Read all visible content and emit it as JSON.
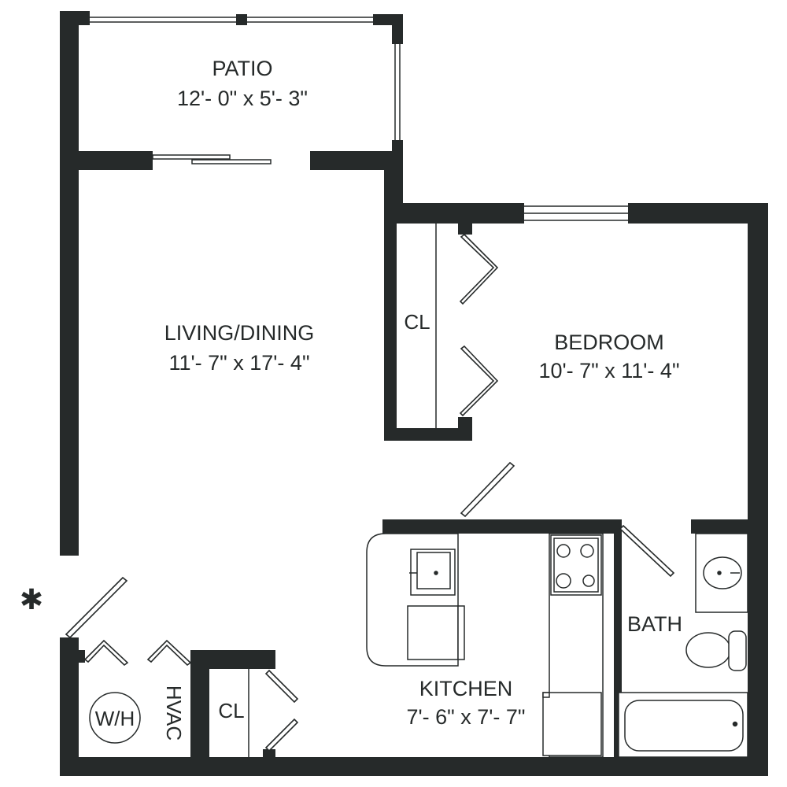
{
  "colors": {
    "wall": "#262a2a",
    "fixture_stroke": "#262a2a",
    "background": "#ffffff"
  },
  "rooms": {
    "patio": {
      "name": "PATIO",
      "dims": "12'- 0\" x 5'- 3\""
    },
    "living": {
      "name": "LIVING/DINING",
      "dims": "11'- 7\" x 17'- 4\""
    },
    "bedroom": {
      "name": "BEDROOM",
      "dims": "10'- 7\" x 11'- 4\""
    },
    "kitchen": {
      "name": "KITCHEN",
      "dims": "7'- 6\" x 7'- 7\""
    },
    "bath": {
      "name": "BATH"
    },
    "bedroom_closet": {
      "name": "CL"
    },
    "hall_closet": {
      "name": "CL"
    },
    "hvac": {
      "name": "HVAC"
    },
    "water_heater": {
      "name": "W/H"
    }
  },
  "markers": {
    "entry": "✱"
  }
}
